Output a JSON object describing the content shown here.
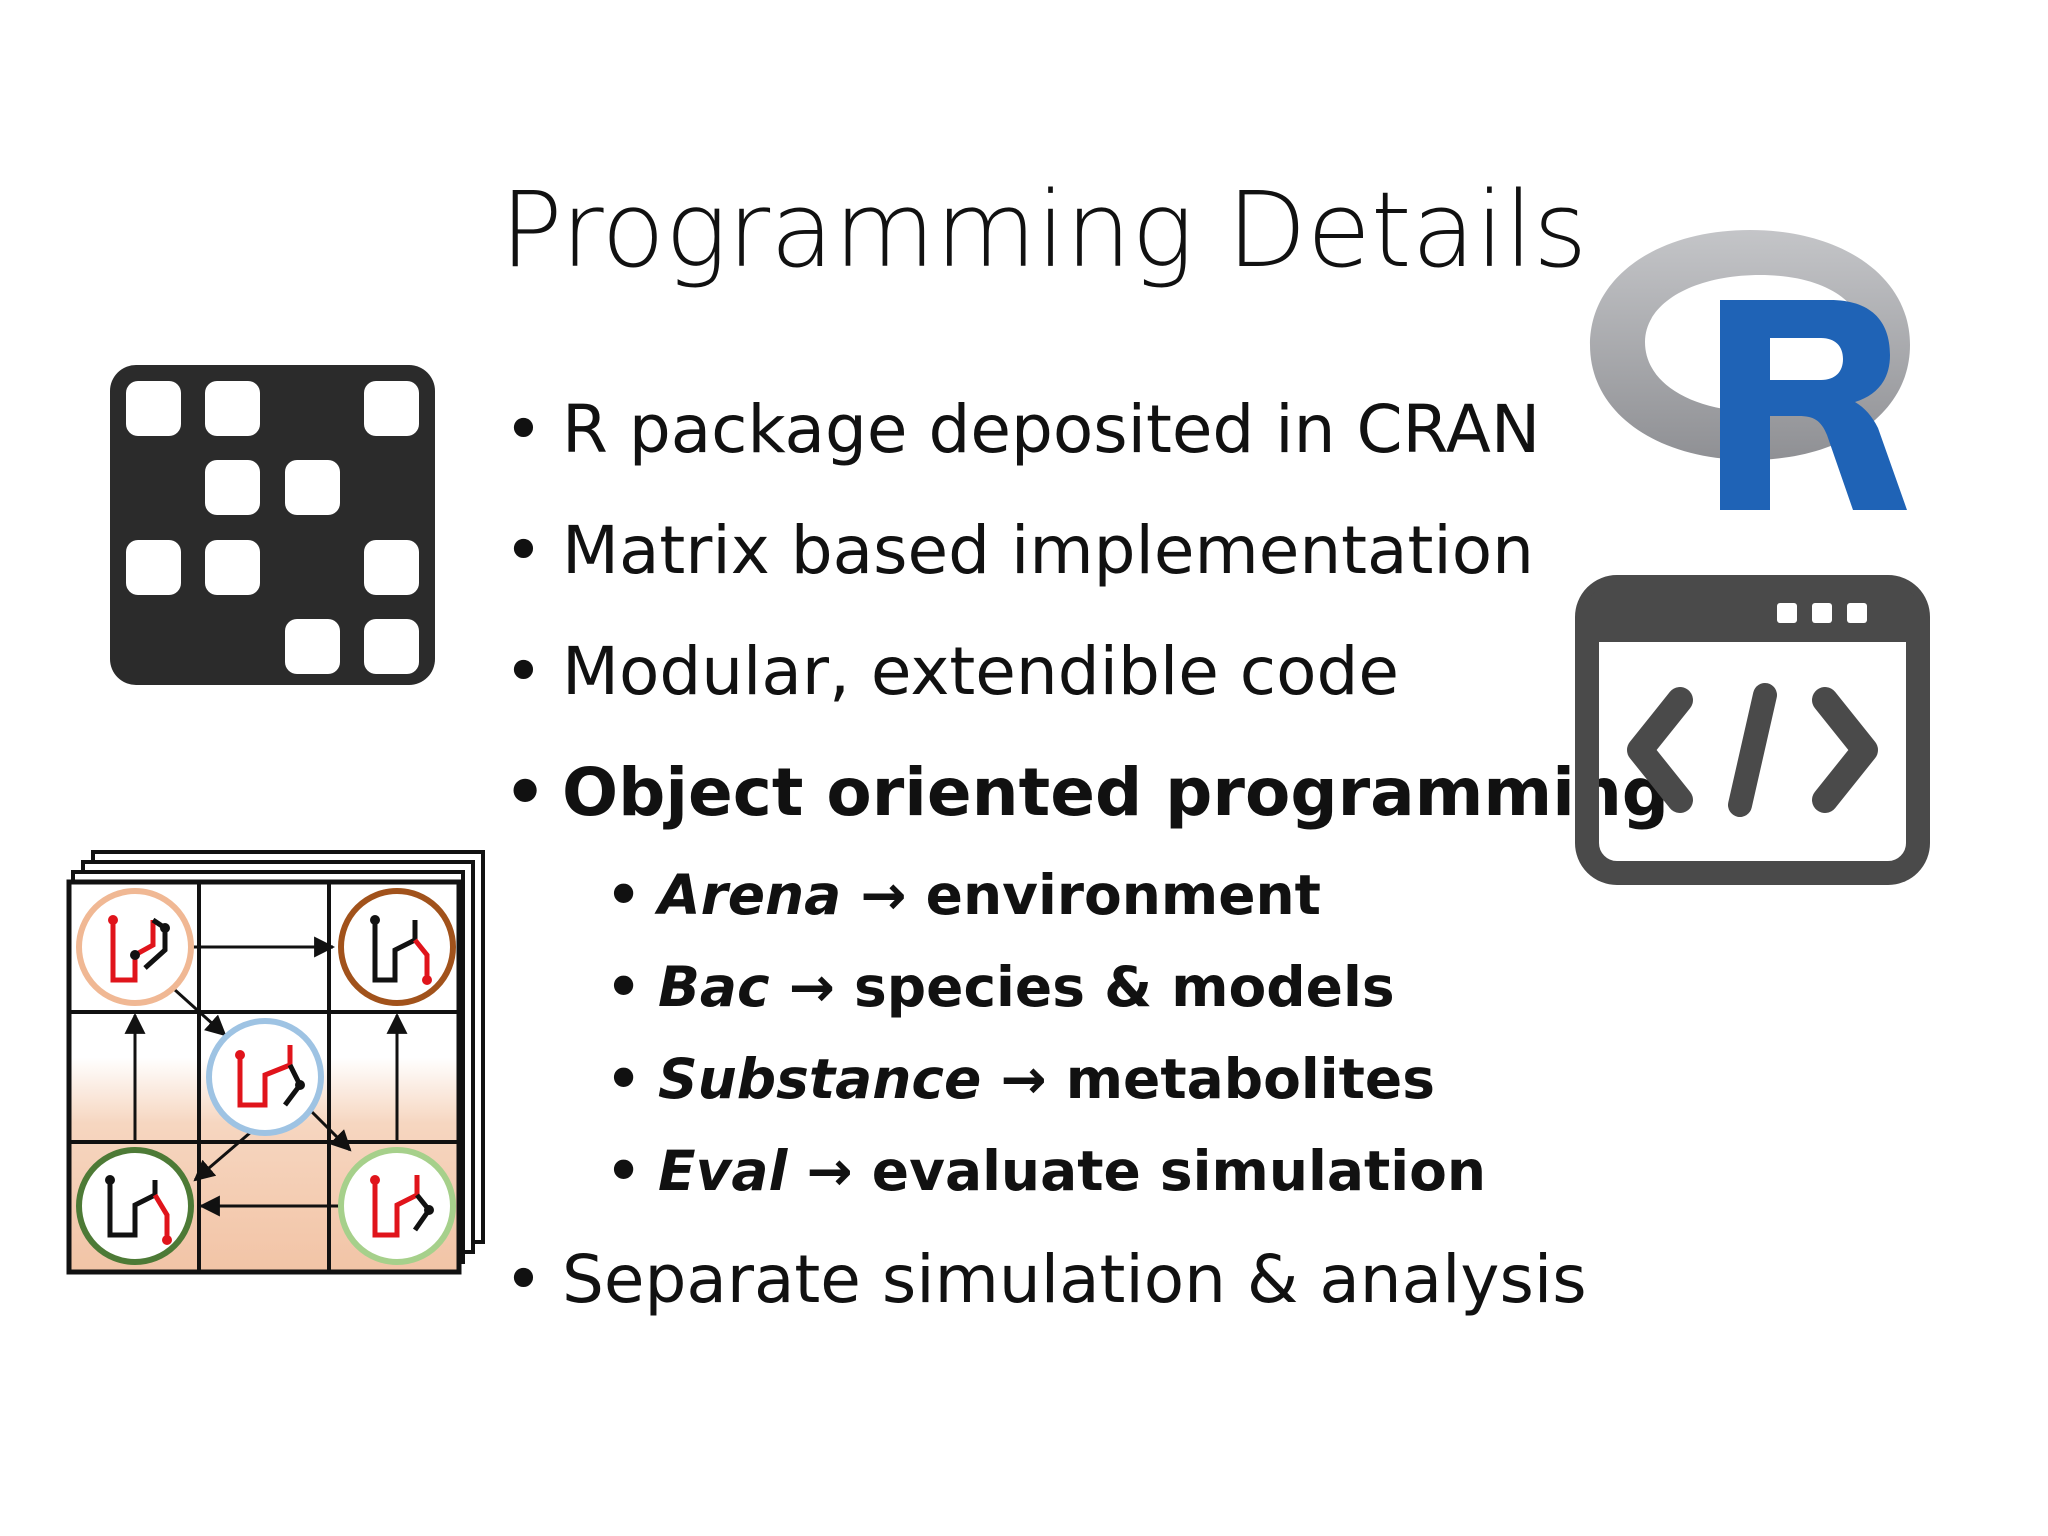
{
  "slide": {
    "title": "Programming Details",
    "bullets": [
      {
        "text": "R package deposited in CRAN"
      },
      {
        "text": "Matrix based implementation"
      },
      {
        "text": "Modular, extendible code"
      },
      {
        "text": "Object oriented programming"
      },
      {
        "text": "Separate simulation & analysis"
      }
    ],
    "sub_bullets": [
      {
        "term": "Arena",
        "arrow": "→",
        "desc": "environment"
      },
      {
        "term": "Bac",
        "arrow": "→",
        "desc": "species & models"
      },
      {
        "term": "Substance",
        "arrow": "→",
        "desc": "metabolites"
      },
      {
        "term": "Eval",
        "arrow": "→",
        "desc": "evaluate simulation"
      }
    ],
    "bullet_symbol": "•",
    "r_logo": {
      "letter": "R",
      "ring_color": "#9fa0a3",
      "letter_color": "#1f63b6"
    },
    "icons": [
      "matrix-grid-icon",
      "r-logo-icon",
      "code-window-icon",
      "arena-grid-icon"
    ],
    "colors": {
      "text": "#111111",
      "icon_dark": "#2b2b2b",
      "code_window": "#4a4a4a",
      "arena_fill": "#f2c4a6",
      "red_path": "#e0141b"
    }
  }
}
